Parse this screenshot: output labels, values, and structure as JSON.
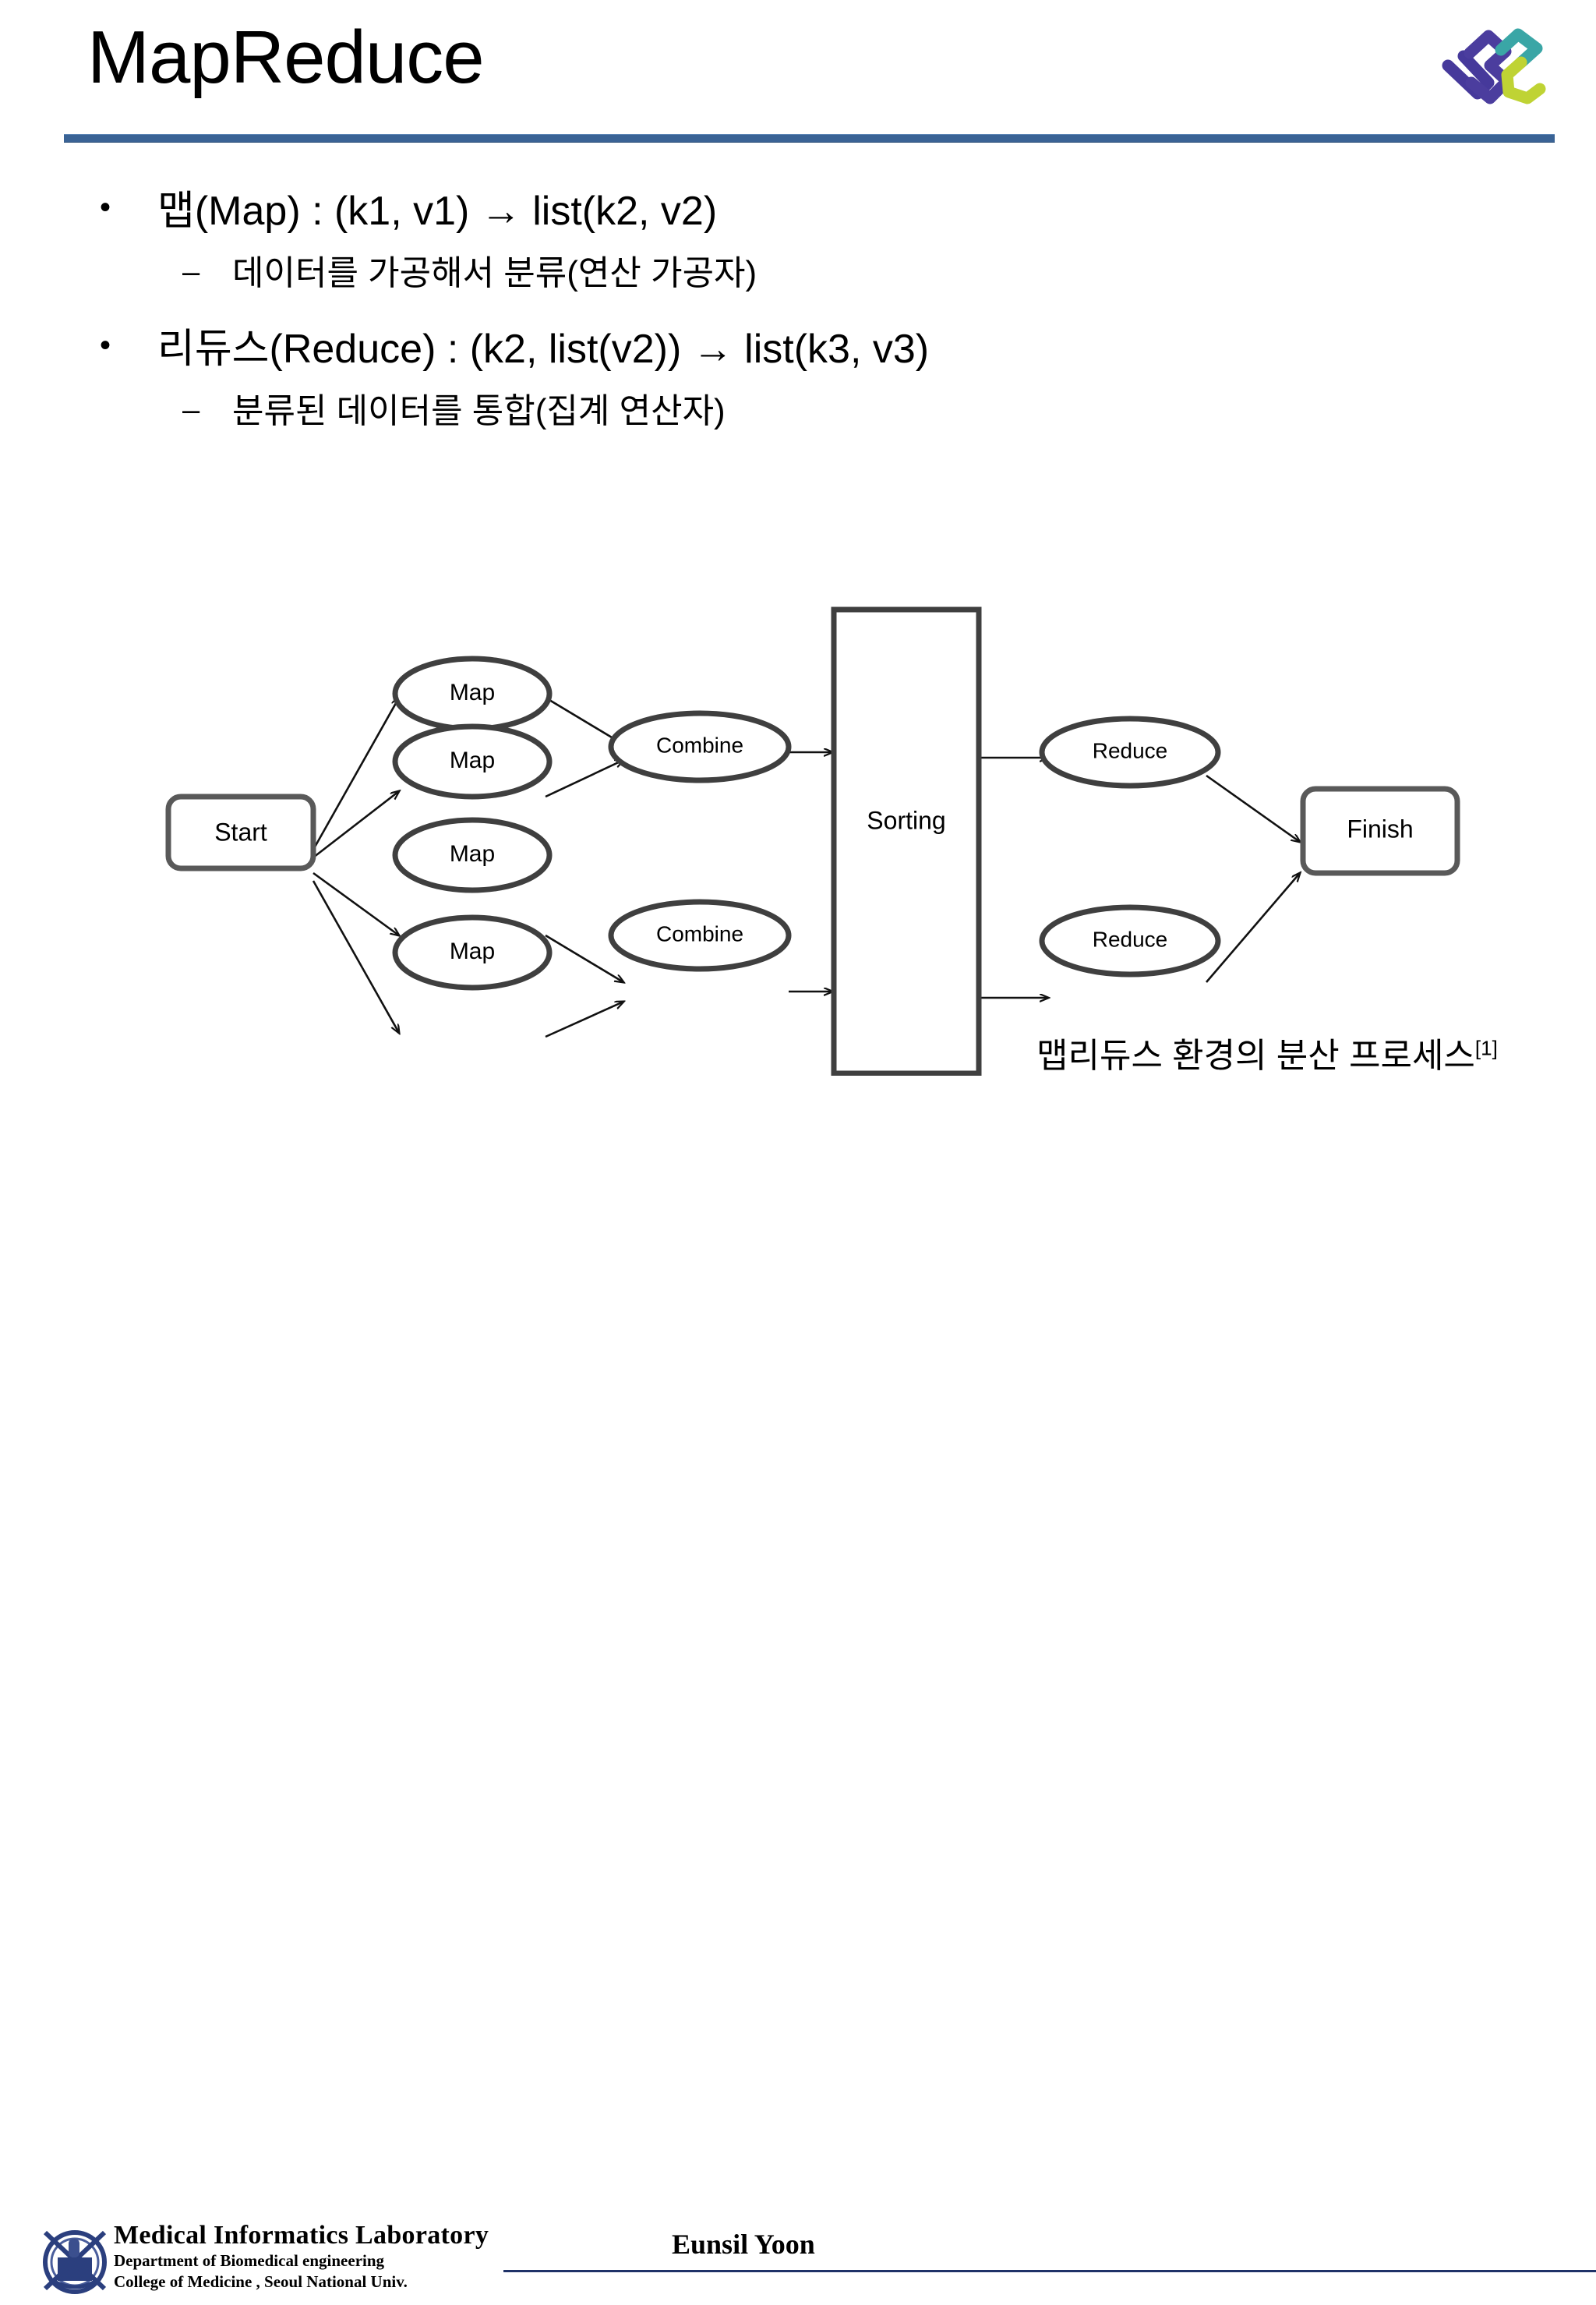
{
  "slide": {
    "title": "MapReduce",
    "accent_color": "#3A6395",
    "footer_rule_color": "#1F3268"
  },
  "logo": {
    "name": "mil-brand-logo",
    "colors": [
      "#4B3D9E",
      "#3AA6A6",
      "#BFD334"
    ]
  },
  "body": {
    "bullets": [
      {
        "marker": "•",
        "text": "맵(Map) : (k1, v1) → list(k2, v2)",
        "sub": {
          "marker": "–",
          "text": "데이터를 가공해서 분류(연산 가공자)"
        }
      },
      {
        "marker": "•",
        "text": "리듀스(Reduce) : (k2, list(v2)) → list(k3, v3)",
        "sub": {
          "marker": "–",
          "text": "분류된 데이터를 통합(집계 연산자)"
        }
      }
    ]
  },
  "diagram": {
    "caption": "맵리듀스 환경의 분산 프로세스",
    "caption_ref": "[1]",
    "nodes": {
      "start": "Start",
      "map1": "Map",
      "map2": "Map",
      "map3": "Map",
      "map4": "Map",
      "combine1": "Combine",
      "combine2": "Combine",
      "sorting": "Sorting",
      "reduce1": "Reduce",
      "reduce2": "Reduce",
      "finish": "Finish"
    },
    "edges": [
      "start->map1",
      "start->map2",
      "start->map3",
      "start->map4",
      "map1->combine1",
      "map2->combine1",
      "map3->combine2",
      "map4->combine2",
      "combine1->sorting",
      "combine2->sorting",
      "sorting->reduce1",
      "sorting->reduce2",
      "reduce1->finish",
      "reduce2->finish"
    ]
  },
  "footer": {
    "lab_name": "Medical  Informatics Laboratory",
    "lab_line1": "Department of Biomedical engineering",
    "lab_line2": "College of Medicine , Seoul  National  Univ.",
    "presenter": "Eunsil Yoon"
  }
}
